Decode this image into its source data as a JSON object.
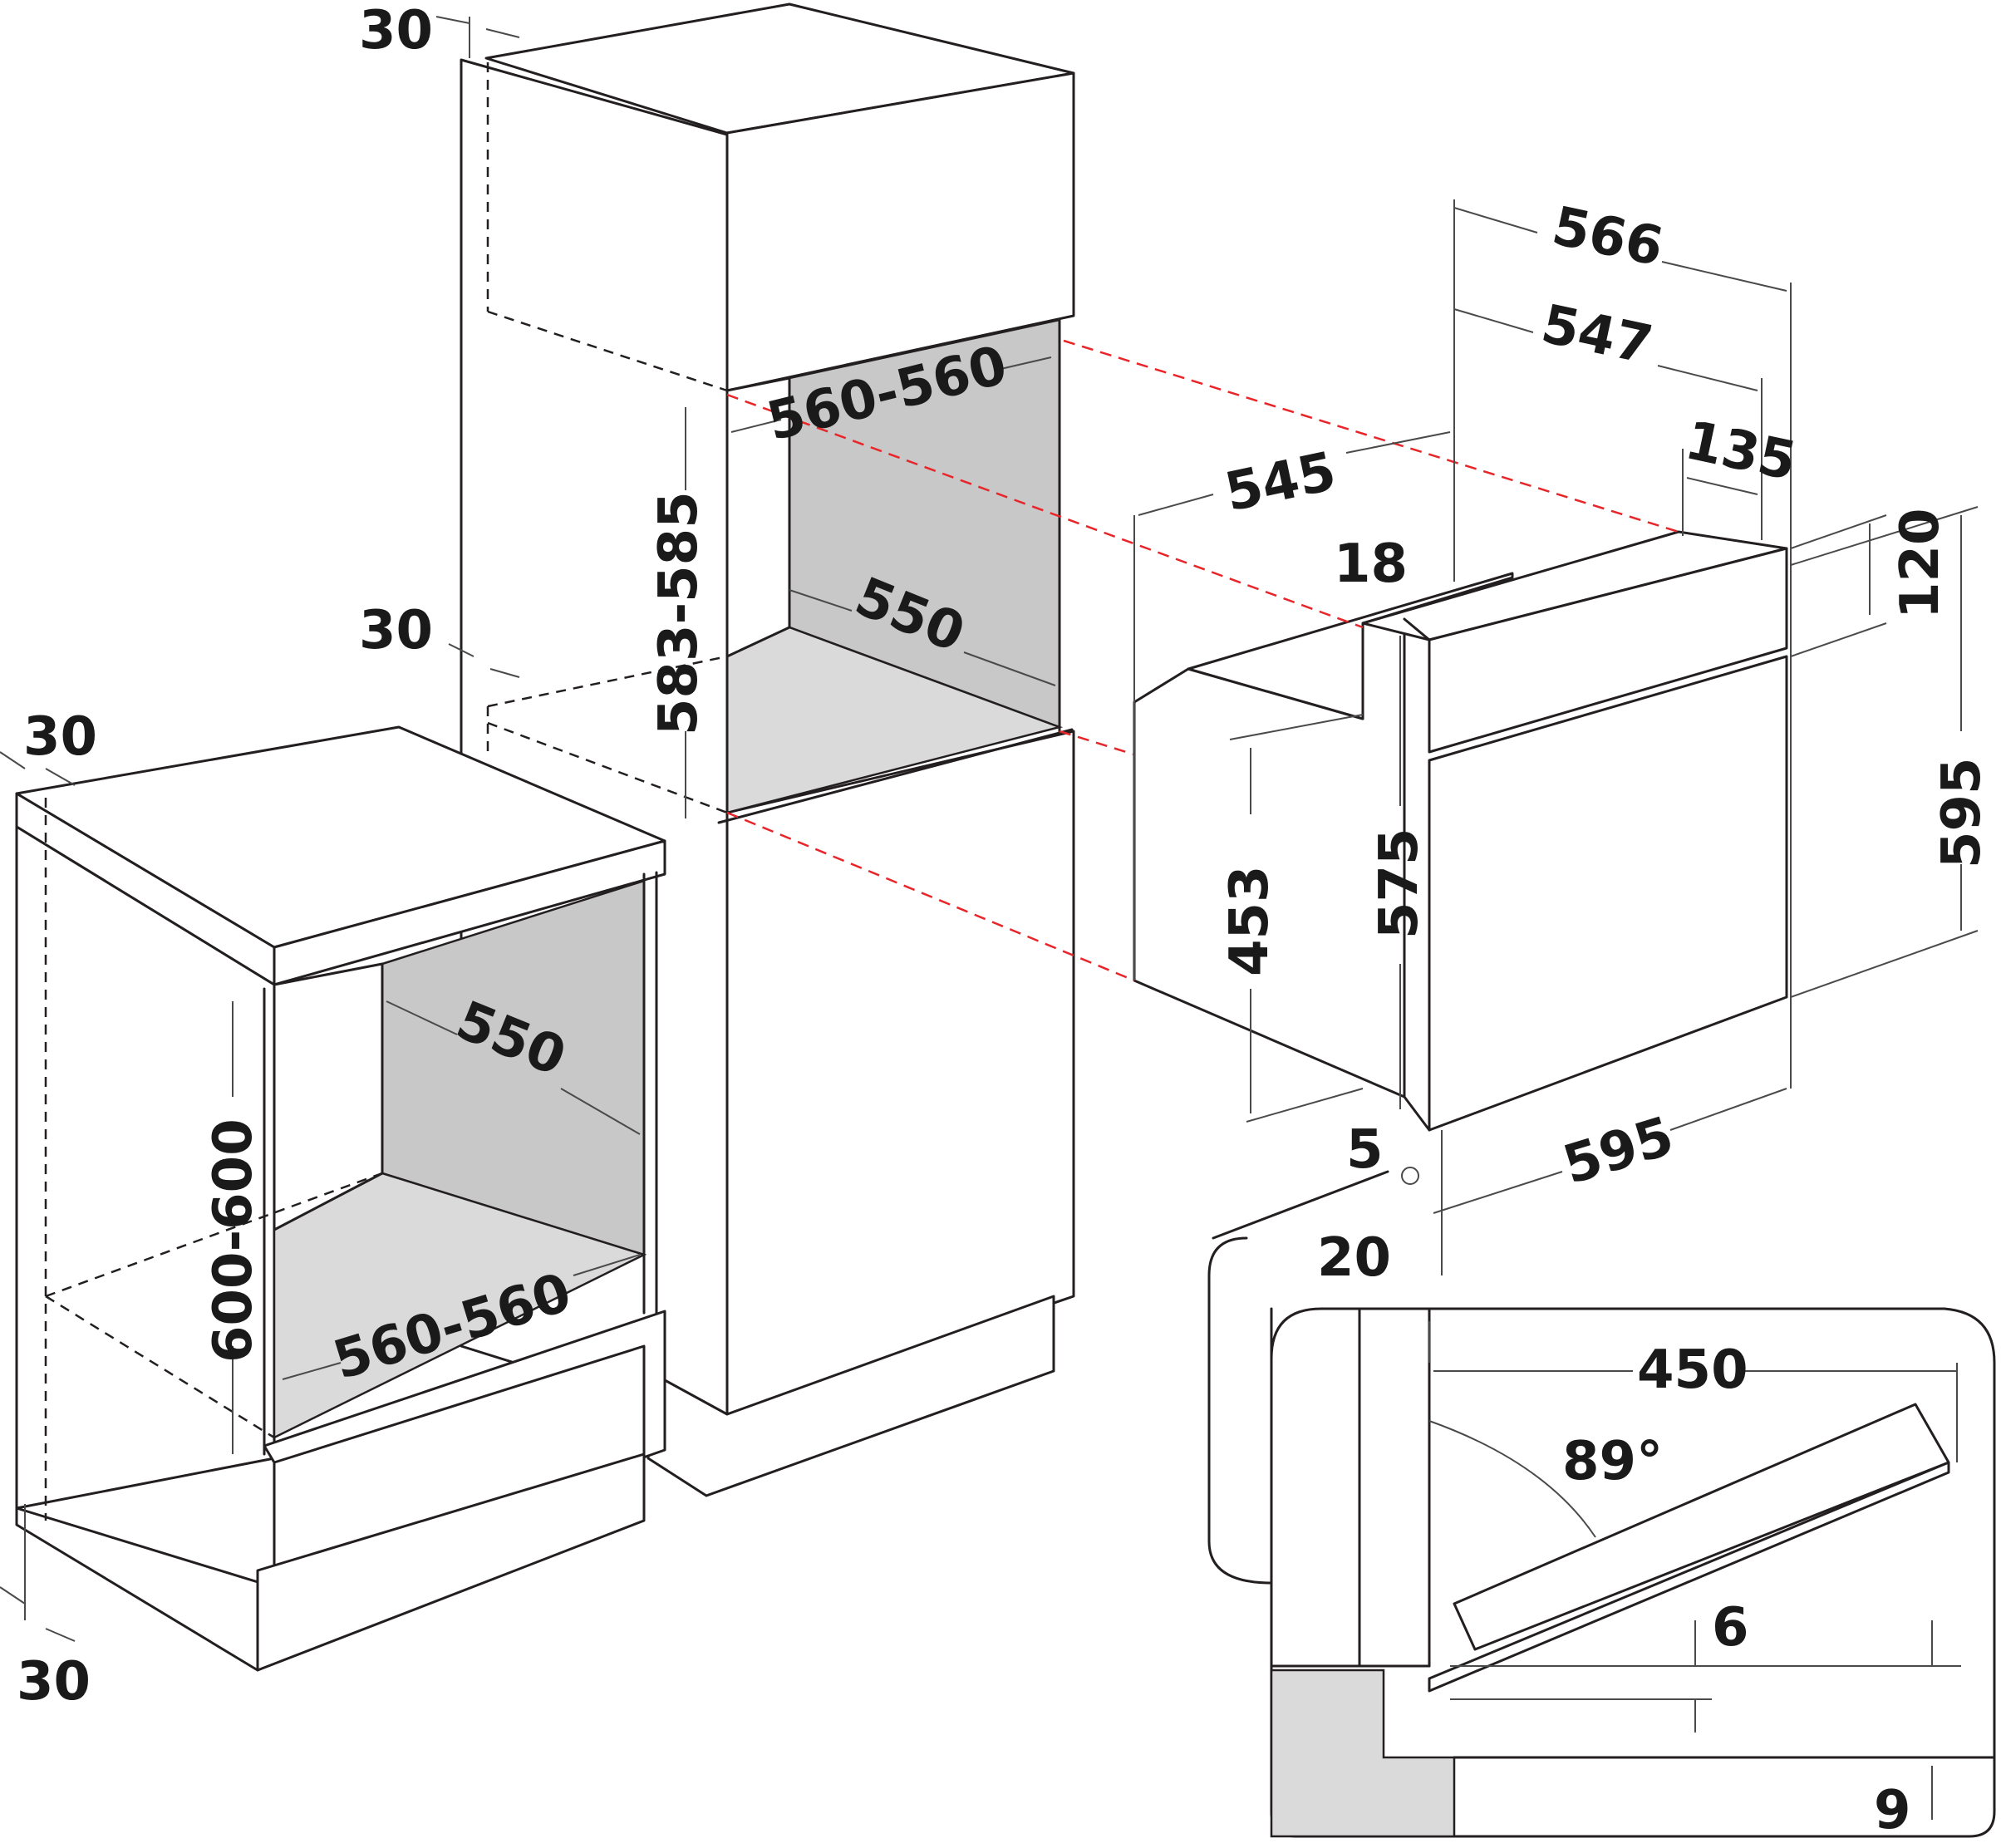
{
  "diagram": {
    "column_cabinet": {
      "top_gap": "30",
      "mid_gap": "30",
      "niche_width": "560-560",
      "niche_height": "583-585",
      "niche_depth": "550"
    },
    "undercounter_cabinet": {
      "top_gap": "30",
      "bottom_gap": "30",
      "niche_depth": "550",
      "niche_width": "560-560",
      "niche_height": "600-600"
    },
    "oven": {
      "overall_depth": "566",
      "body_depth": "547",
      "panel_depth": "135",
      "side_depth": "545",
      "front_thickness": "18",
      "control_panel_height": "120",
      "front_height": "595",
      "body_height": "575",
      "side_height": "453",
      "front_width": "595",
      "bottom_offset": "5",
      "door_offset": "20"
    },
    "door_detail": {
      "door_length": "450",
      "opening_angle": "89°",
      "gap_upper": "6",
      "gap_lower": "9"
    },
    "colors": {
      "outline": "#231f20",
      "dimension": "#4a4a4a",
      "projection_line": "#e8262a",
      "niche_fill": "#c8c8c8"
    }
  }
}
